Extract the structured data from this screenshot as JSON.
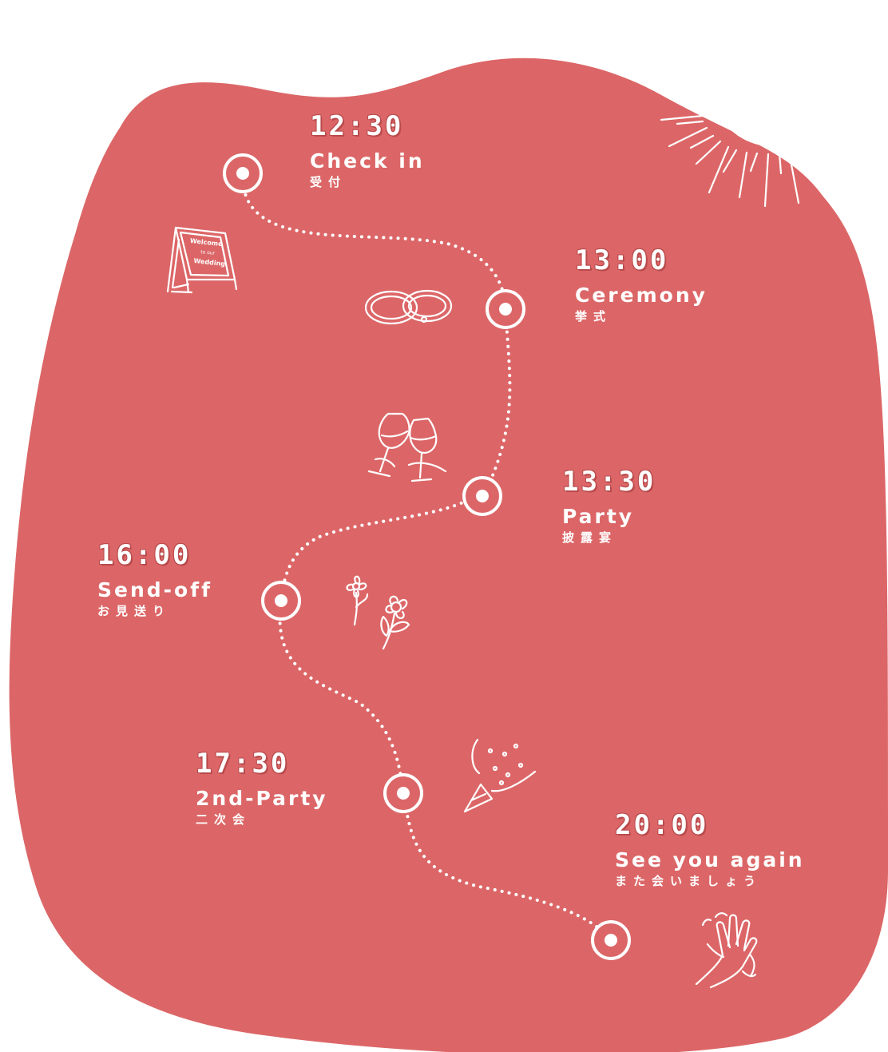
{
  "colors": {
    "background": "#ffffff",
    "blob": "#dc6667",
    "line": "#ffffff"
  },
  "events": [
    {
      "time": "12:30",
      "label": "Check in",
      "jp": "受付"
    },
    {
      "time": "13:00",
      "label": "Ceremony",
      "jp": "挙式"
    },
    {
      "time": "13:30",
      "label": "Party",
      "jp": "披露宴"
    },
    {
      "time": "16:00",
      "label": "Send-off",
      "jp": "お見送り"
    },
    {
      "time": "17:30",
      "label": "2nd-Party",
      "jp": "二次会"
    },
    {
      "time": "20:00",
      "label": "See you again",
      "jp": "また会いましょう"
    }
  ],
  "welcome_sign": {
    "line1": "Welcome",
    "line2": "to our",
    "line3": "Wedding"
  },
  "icons": [
    "sun-icon",
    "welcome-sign-icon",
    "rings-icon",
    "wine-glasses-icon",
    "flowers-icon",
    "party-popper-icon",
    "waving-hand-icon"
  ]
}
